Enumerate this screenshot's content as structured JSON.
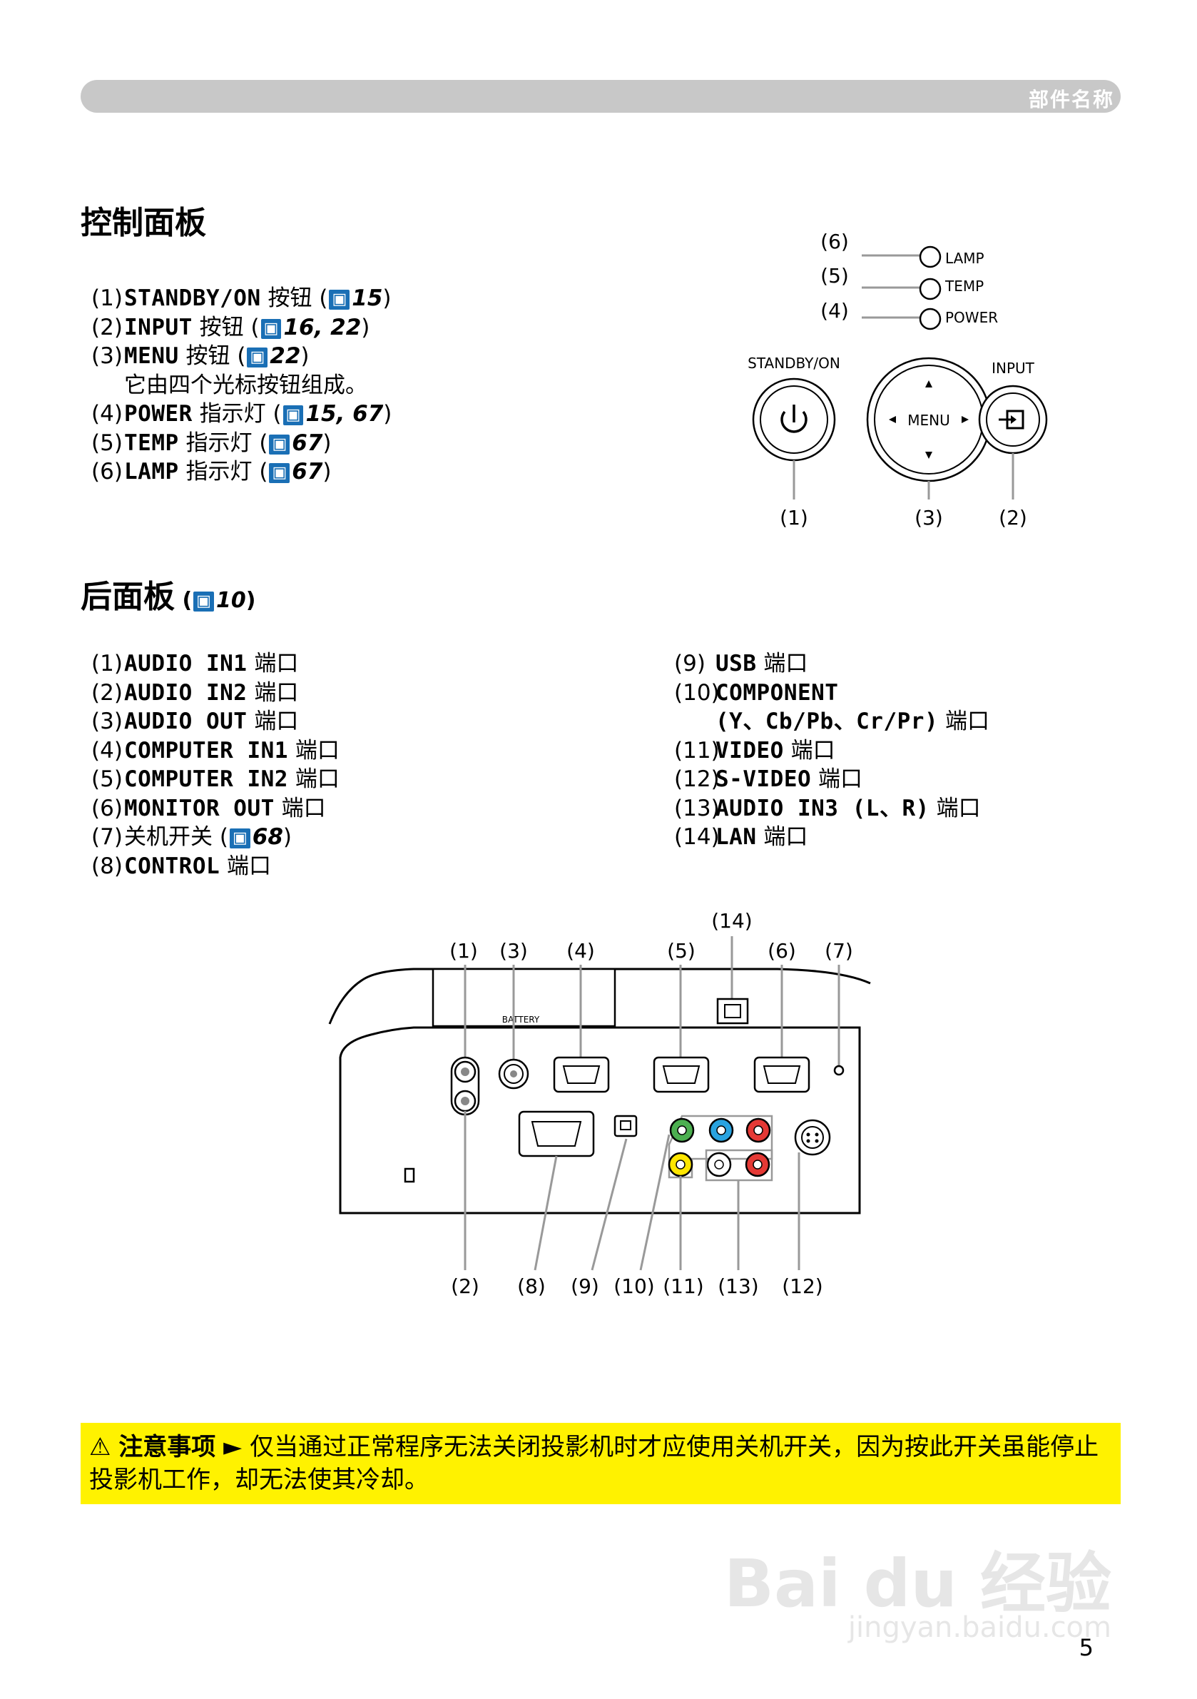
{
  "header": {
    "title": "部件名称"
  },
  "control_panel": {
    "title": "控制面板",
    "items": [
      {
        "num": "(1)",
        "label": "STANDBY/ON",
        "text": " 按钮 (",
        "ref": "15",
        "close": ")"
      },
      {
        "num": "(2)",
        "label": "INPUT",
        "text": " 按钮 (",
        "ref": "16, 22",
        "close": ")"
      },
      {
        "num": "(3)",
        "label": "MENU",
        "text": " 按钮 (",
        "ref": "22",
        "close": ")"
      },
      {
        "num": "",
        "label": "",
        "text": "它由四个光标按钮组成。",
        "ref": "",
        "close": ""
      },
      {
        "num": "(4)",
        "label": "POWER",
        "text": " 指示灯 (",
        "ref": "15, 67",
        "close": ")"
      },
      {
        "num": "(5)",
        "label": "TEMP",
        "text": " 指示灯 (",
        "ref": "67",
        "close": ")"
      },
      {
        "num": "(6)",
        "label": "LAMP",
        "text": " 指示灯 (",
        "ref": "67",
        "close": ")"
      }
    ],
    "diagram": {
      "n1": "(1)",
      "n2": "(2)",
      "n3": "(3)",
      "n4": "(4)",
      "n5": "(5)",
      "n6": "(6)",
      "lamp": "LAMP",
      "temp": "TEMP",
      "power": "POWER",
      "standby": "STANDBY/ON",
      "input": "INPUT",
      "menu": "MENU"
    }
  },
  "rear_panel": {
    "title": "后面板",
    "title_ref_open": "(",
    "title_ref": "10",
    "title_ref_close": ")",
    "left_items": [
      {
        "num": "(1)",
        "label": "AUDIO IN1",
        "text": " 端口",
        "ref": "",
        "close": ""
      },
      {
        "num": "(2)",
        "label": "AUDIO IN2",
        "text": " 端口",
        "ref": "",
        "close": ""
      },
      {
        "num": "(3)",
        "label": "AUDIO OUT",
        "text": " 端口",
        "ref": "",
        "close": ""
      },
      {
        "num": "(4)",
        "label": "COMPUTER IN1",
        "text": " 端口",
        "ref": "",
        "close": ""
      },
      {
        "num": "(5)",
        "label": "COMPUTER IN2",
        "text": " 端口",
        "ref": "",
        "close": ""
      },
      {
        "num": "(6)",
        "label": "MONITOR OUT",
        "text": " 端口",
        "ref": "",
        "close": ""
      },
      {
        "num": "(7)",
        "label": "",
        "text": "关机开关 (",
        "ref": "68",
        "close": ")"
      },
      {
        "num": "(8)",
        "label": "CONTROL",
        "text": " 端口",
        "ref": "",
        "close": ""
      }
    ],
    "right_items": [
      {
        "num": "(9)",
        "label": "USB",
        "text": " 端口"
      },
      {
        "num": "(10)",
        "label": "COMPONENT",
        "text": ""
      },
      {
        "num": "",
        "label": "(Y、Cb/Pb、Cr/Pr)",
        "text": " 端口"
      },
      {
        "num": "(11)",
        "label": "VIDEO",
        "text": " 端口"
      },
      {
        "num": "(12)",
        "label": "S-VIDEO",
        "text": " 端口"
      },
      {
        "num": "(13)",
        "label": "AUDIO IN3 (L、R)",
        "text": " 端口"
      },
      {
        "num": "(14)",
        "label": "LAN",
        "text": " 端口"
      }
    ],
    "diagram": {
      "t1": "(1)",
      "t3": "(3)",
      "t4": "(4)",
      "t5": "(5)",
      "t14": "(14)",
      "t6": "(6)",
      "t7": "(7)",
      "b2": "(2)",
      "b8": "(8)",
      "b9": "(9)",
      "b10": "(10)",
      "b11": "(11)",
      "b13": "(13)",
      "b12": "(12)",
      "battery": "BATTERY"
    }
  },
  "caution": {
    "icon": "⚠",
    "title": "注意事项",
    "arrow": "►",
    "text": " 仅当通过正常程序无法关闭投影机时才应使用关机开关，因为按此开关虽能停止投影机工作，却无法使其冷却。"
  },
  "page_number": "5",
  "watermark": {
    "line1": "Bai du 经验",
    "line2": "jingyan.baidu.com"
  },
  "colors": {
    "caution_bg": "#fff200",
    "header_bar": "#c8c8c8",
    "ref_icon": "#1a6fb5"
  }
}
